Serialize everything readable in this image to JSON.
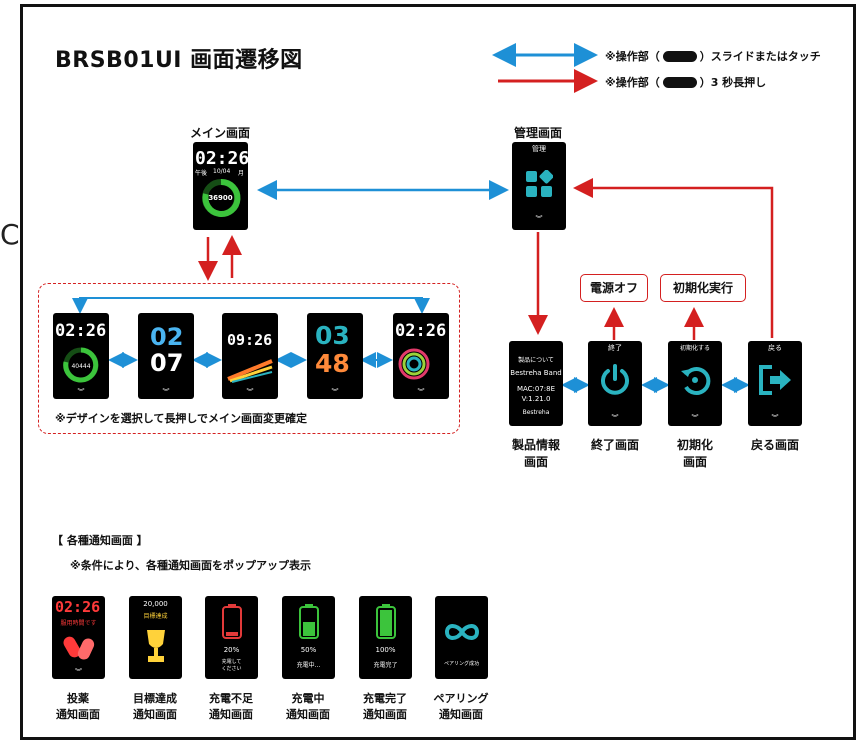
{
  "title": "BRSB01UI 画面遷移図",
  "legend": {
    "blue_prefix": "※操作部（",
    "blue_suffix": "）スライドまたはタッチ",
    "red_prefix": "※操作部（",
    "red_suffix": "）3 秒長押し"
  },
  "main_screen": {
    "label": "メイン画面",
    "time": "02:26",
    "ampm": "午後",
    "date": "10/04",
    "day": "月",
    "steps": "36900"
  },
  "mgmt_screen": {
    "label": "管理画面",
    "header": "管理"
  },
  "design_note": "※デザインを選択して長押しでメイン画面変更確定",
  "designs": [
    {
      "time": "02:26",
      "steps": "40444"
    },
    {
      "hour": "02",
      "minute": "07"
    },
    {
      "time": "09:26"
    },
    {
      "hour": "03",
      "minute": "48"
    },
    {
      "time": "02:26"
    }
  ],
  "actions": {
    "power_off": "電源オフ",
    "init_exec": "初期化実行"
  },
  "sub_screens": [
    {
      "label_line1": "製品情報",
      "label_line2": "画面",
      "header": "製品について",
      "line1": "Bestreha Band",
      "line2": "MAC:07:8E",
      "line3": "V:1.21.0",
      "brand": "Bestreha"
    },
    {
      "label_line1": "終了画面",
      "label_line2": "",
      "header": "終了"
    },
    {
      "label_line1": "初期化",
      "label_line2": "画面",
      "header": "初期化する"
    },
    {
      "label_line1": "戻る画面",
      "label_line2": "",
      "header": "戻る"
    }
  ],
  "notify": {
    "section_title": "【 各種通知画面 】",
    "section_note": "※条件により、各種通知画面をポップアップ表示",
    "items": [
      {
        "label1": "投薬",
        "label2": "通知画面",
        "text1": "02:26",
        "text2": "服用時間です"
      },
      {
        "label1": "目標達成",
        "label2": "通知画面",
        "text1": "20,000",
        "text2": "目標達成"
      },
      {
        "label1": "充電不足",
        "label2": "通知画面",
        "text1": "20%",
        "text2": "充電して",
        "text3": "ください"
      },
      {
        "label1": "充電中",
        "label2": "通知画面",
        "text1": "50%",
        "text2": "充電中..."
      },
      {
        "label1": "充電完了",
        "label2": "通知画面",
        "text1": "100%",
        "text2": "充電完了"
      },
      {
        "label1": "ペアリング",
        "label2": "通知画面",
        "text1": "ペアリング成功"
      }
    ]
  },
  "colors": {
    "blue": "#1e90d6",
    "red": "#d42020",
    "green": "#3cc43c",
    "teal": "#2ab3c0"
  }
}
